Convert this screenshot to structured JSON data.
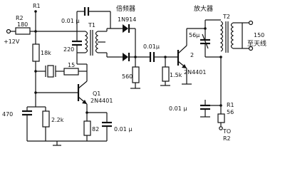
{
  "labels": {
    "r1_top": "R1",
    "r2": "R2",
    "r2_val": "180",
    "supply": "+12V",
    "c_top": "0.01 μ",
    "c220": "220",
    "r18k": "18k",
    "r15": "15",
    "t1": "T1",
    "doubler": "倍频器",
    "d_type": "1N914",
    "r560": "560",
    "c_couple": "0.01μ",
    "amp": "放大器",
    "t2": "T2",
    "c56": "56μ",
    "r150": "150",
    "ant": "至天线",
    "q2_num": "2",
    "q2_type": "2N4401",
    "r1k5": "1.5k",
    "c_byp": "0.01 μ",
    "r1_bot": "R1",
    "r56": "56",
    "to": "TO",
    "r2_bot": "R2",
    "q1": "Q1",
    "q1_type": "2N4401",
    "c470": "470",
    "r2k2": "2.2k",
    "r82": "82",
    "c_emit": "0.01 μ"
  }
}
